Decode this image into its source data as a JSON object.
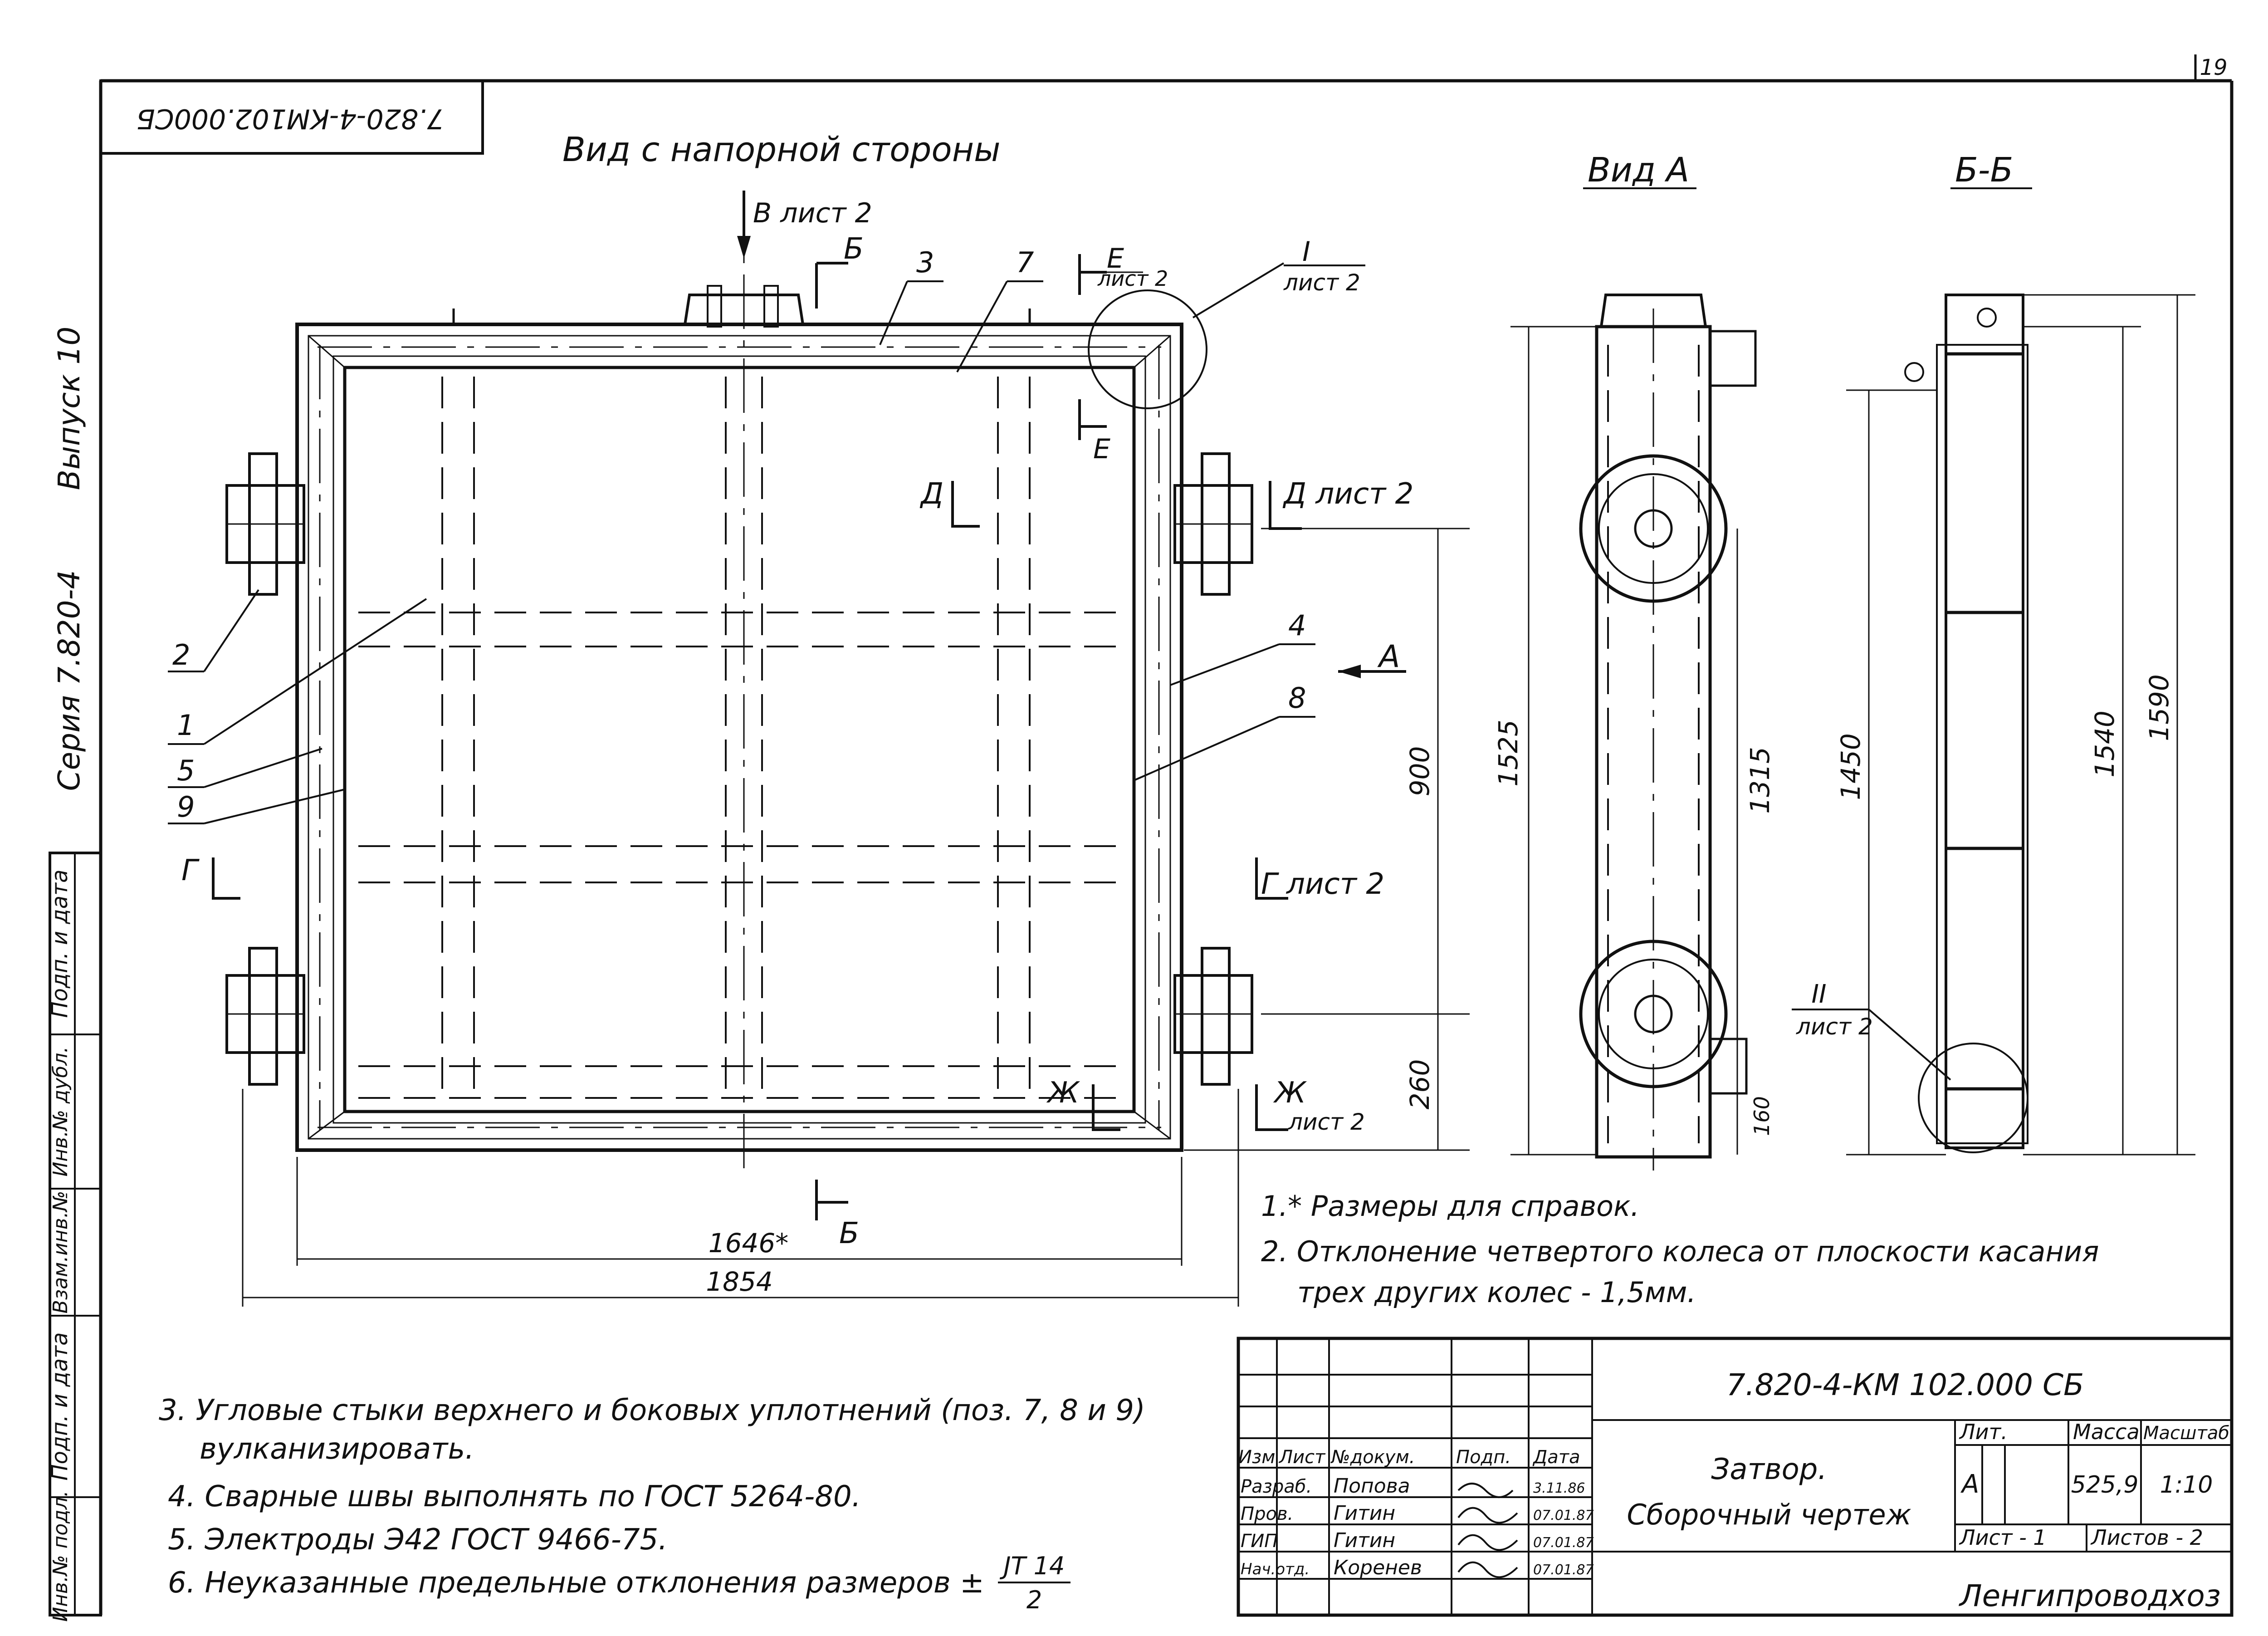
{
  "sheet": {
    "page_number": "19",
    "stamp_code_rotated": "7.820-4-КМ102.000СБ",
    "vertical_labels": {
      "issue": "Выпуск 10",
      "series": "Серия 7.820-4"
    }
  },
  "left_stamp": [
    "Подп. и дата",
    "Инв.№ дубл.",
    "Взам.инв.№",
    "Подп. и дата",
    "Инв.№ подл."
  ],
  "views": {
    "main_title": "Вид с напорной стороны",
    "view_a": "Вид А",
    "section_bb": "Б-Б"
  },
  "callouts": {
    "b_sheet2": "В лист 2",
    "b_mark": "Б",
    "e_mark": "Е",
    "e_sheet": "лист 2",
    "i_mark": "I",
    "i_sheet": "лист 2",
    "d_mark": "Д",
    "d_sheet": "Д лист 2",
    "a_mark": "А",
    "g_mark": "Г",
    "g_sheet": "Г лист 2",
    "zh_mark": "Ж",
    "zh_sheet": "Ж",
    "zh_sheet_text": "лист 2",
    "ii_mark": "II",
    "ii_sheet": "лист 2"
  },
  "positions": [
    "1",
    "2",
    "3",
    "4",
    "5",
    "7",
    "8",
    "9"
  ],
  "dimensions": {
    "d1646": "1646*",
    "d1854": "1854",
    "d900": "900",
    "d260": "260",
    "d1525": "1525",
    "d1315": "1315",
    "d160": "160",
    "d1450": "1450",
    "d1540": "1540",
    "d1590": "1590"
  },
  "notes_right": [
    "1.* Размеры для справок.",
    "2. Отклонение четвертого колеса от плоскости касания",
    "трех других колес - 1,5мм."
  ],
  "notes_left": [
    "3. Угловые стыки верхнего и боковых уплотнений (поз. 7, 8 и 9)",
    "вулканизировать.",
    "4. Сварные швы выполнять по ГОСТ 5264-80.",
    "5. Электроды Э42 ГОСТ 9466-75.",
    "6. Неуказанные предельные отклонения размеров ±"
  ],
  "tolerance": {
    "num": "JT 14",
    "den": "2"
  },
  "title_block": {
    "doc_code": "7.820-4-КМ 102.000 СБ",
    "name_line1": "Затвор.",
    "name_line2": "Сборочный чертеж",
    "headers": [
      "Изм",
      "Лист",
      "№докум.",
      "Подп.",
      "Дата"
    ],
    "rows": [
      {
        "role": "Разраб.",
        "name": "Попова",
        "date": "3.11.86"
      },
      {
        "role": "Пров.",
        "name": "Гитин",
        "date": "07.01.87"
      },
      {
        "role": "ГИП",
        "name": "Гитин",
        "date": "07.01.87"
      },
      {
        "role": "Нач.отд.",
        "name": "Коренев",
        "date": "07.01.87"
      }
    ],
    "lit_label": "Лит.",
    "mass_label": "Масса",
    "scale_label": "Масштаб",
    "lit_value": "А",
    "mass_value": "525,9",
    "scale_value": "1:10",
    "sheet_label": "Лист - 1",
    "sheets_label": "Листов - 2",
    "org": "Ленгипроводхоз"
  }
}
